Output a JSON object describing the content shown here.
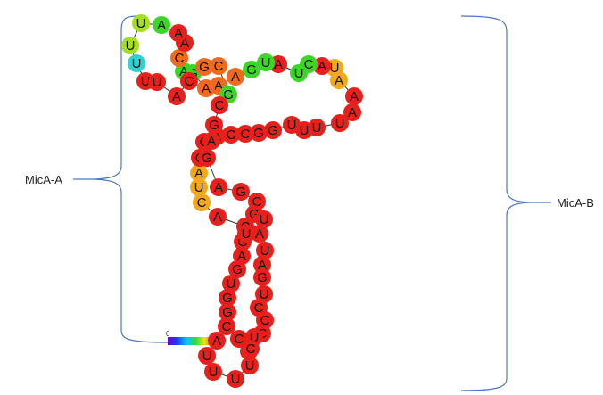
{
  "labels": {
    "left": "MicA-A",
    "right": "MicA-B"
  },
  "scale": {
    "tick": "0"
  },
  "colors": {
    "bracket": "#4a78c0",
    "backbone": "#333333",
    "red": "#e8201c",
    "orange": "#f06a1e",
    "amber": "#f2a81c",
    "yellowgreen": "#a4e021",
    "green": "#3cd628",
    "cyan": "#2ed2d2"
  },
  "nucleotides": [
    {
      "n": "A",
      "c": "red"
    },
    {
      "n": "U",
      "c": "red"
    },
    {
      "n": "U",
      "c": "red"
    },
    {
      "n": "U",
      "c": "red"
    },
    {
      "n": "U",
      "c": "red"
    },
    {
      "n": "U",
      "c": "red"
    },
    {
      "n": "C",
      "c": "red"
    },
    {
      "n": "C",
      "c": "red"
    },
    {
      "n": "G",
      "c": "red"
    },
    {
      "n": "G",
      "c": "red"
    },
    {
      "n": "U",
      "c": "red"
    },
    {
      "n": "G",
      "c": "red"
    },
    {
      "n": "A",
      "c": "red"
    },
    {
      "n": "G",
      "c": "red"
    },
    {
      "n": "C",
      "c": "red"
    },
    {
      "n": "A",
      "c": "red"
    },
    {
      "n": "C",
      "c": "amber"
    },
    {
      "n": "U",
      "c": "amber"
    },
    {
      "n": "A",
      "c": "amber"
    },
    {
      "n": "C",
      "c": "red"
    },
    {
      "n": "C",
      "c": "red"
    },
    {
      "n": "A",
      "c": "red"
    },
    {
      "n": "C",
      "c": "red"
    },
    {
      "n": "C",
      "c": "red"
    },
    {
      "n": "G",
      "c": "red"
    },
    {
      "n": "G",
      "c": "red"
    },
    {
      "n": "U",
      "c": "red"
    },
    {
      "n": "U",
      "c": "red"
    },
    {
      "n": "U",
      "c": "red"
    },
    {
      "n": "U",
      "c": "red"
    },
    {
      "n": "A",
      "c": "red"
    },
    {
      "n": "A",
      "c": "red"
    },
    {
      "n": "A",
      "c": "amber"
    },
    {
      "n": "U",
      "c": "amber"
    },
    {
      "n": "A",
      "c": "red"
    },
    {
      "n": "C",
      "c": "green"
    },
    {
      "n": "U",
      "c": "green"
    },
    {
      "n": "A",
      "c": "red"
    },
    {
      "n": "U",
      "c": "green"
    },
    {
      "n": "G",
      "c": "green"
    },
    {
      "n": "A",
      "c": "orange"
    },
    {
      "n": "A",
      "c": "orange"
    },
    {
      "n": "A",
      "c": "orange"
    },
    {
      "n": "G",
      "c": "green"
    },
    {
      "n": "A",
      "c": "green"
    },
    {
      "n": "C",
      "c": "orange"
    },
    {
      "n": "A",
      "c": "red"
    },
    {
      "n": "A",
      "c": "red"
    },
    {
      "n": "A",
      "c": "green"
    },
    {
      "n": "U",
      "c": "yellowgreen"
    },
    {
      "n": "U",
      "c": "yellowgreen"
    },
    {
      "n": "U",
      "c": "cyan"
    },
    {
      "n": "U",
      "c": "red"
    },
    {
      "n": "U",
      "c": "red"
    },
    {
      "n": "A",
      "c": "red"
    },
    {
      "n": "C",
      "c": "red"
    },
    {
      "n": "G",
      "c": "orange"
    },
    {
      "n": "C",
      "c": "orange"
    },
    {
      "n": "G",
      "c": "green"
    },
    {
      "n": "C",
      "c": "red"
    },
    {
      "n": "G",
      "c": "red"
    },
    {
      "n": "A",
      "c": "red"
    },
    {
      "n": "G",
      "c": "red"
    },
    {
      "n": "A",
      "c": "red"
    },
    {
      "n": "G",
      "c": "red"
    },
    {
      "n": "C",
      "c": "red"
    },
    {
      "n": "G",
      "c": "red"
    },
    {
      "n": "U",
      "c": "red"
    },
    {
      "n": "A",
      "c": "red"
    },
    {
      "n": "U",
      "c": "red"
    },
    {
      "n": "U",
      "c": "red"
    },
    {
      "n": "A",
      "c": "red"
    },
    {
      "n": "G",
      "c": "red"
    },
    {
      "n": "U",
      "c": "red"
    },
    {
      "n": "C",
      "c": "red"
    },
    {
      "n": "C",
      "c": "red"
    },
    {
      "n": "C",
      "c": "red"
    },
    {
      "n": "U",
      "c": "red"
    },
    {
      "n": "C",
      "c": "red"
    }
  ]
}
